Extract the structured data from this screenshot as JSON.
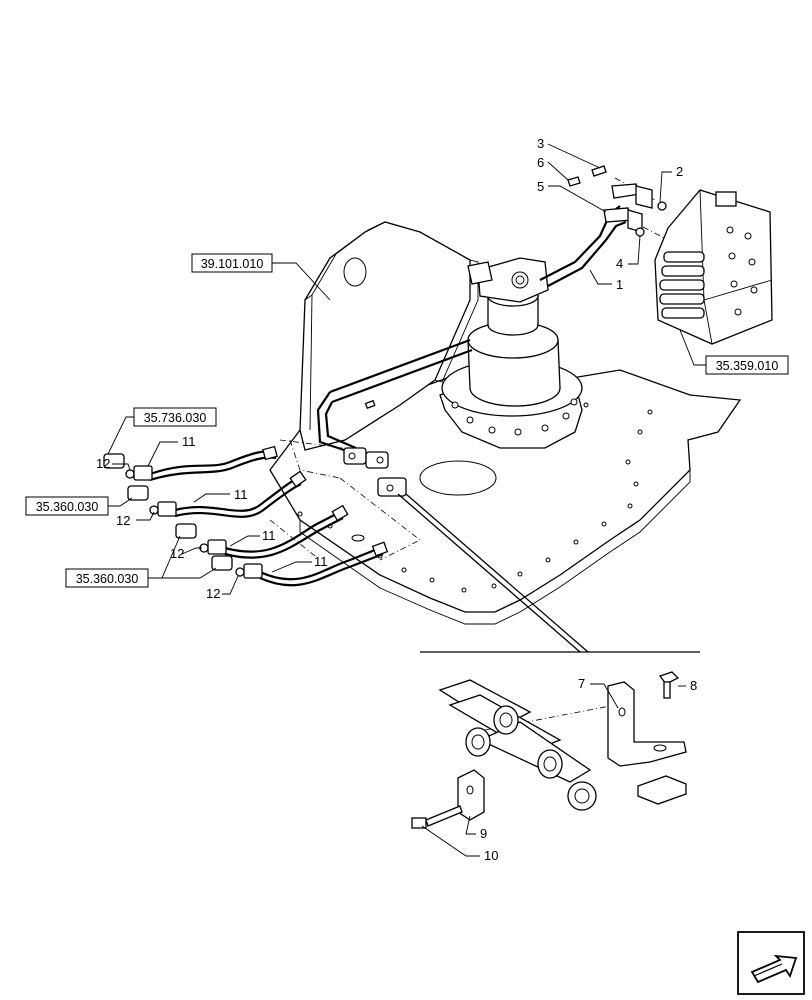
{
  "callouts": [
    {
      "id": "c3",
      "text": "3"
    },
    {
      "id": "c6",
      "text": "6"
    },
    {
      "id": "c5",
      "text": "5"
    },
    {
      "id": "c2",
      "text": "2"
    },
    {
      "id": "c4",
      "text": "4"
    },
    {
      "id": "c1",
      "text": "1"
    },
    {
      "id": "c11a",
      "text": "11"
    },
    {
      "id": "c12a",
      "text": "12"
    },
    {
      "id": "c11b",
      "text": "11"
    },
    {
      "id": "c12b",
      "text": "12"
    },
    {
      "id": "c12c",
      "text": "12"
    },
    {
      "id": "c11c",
      "text": "11"
    },
    {
      "id": "c11d",
      "text": "11"
    },
    {
      "id": "c12d",
      "text": "12"
    },
    {
      "id": "c7",
      "text": "7"
    },
    {
      "id": "c8",
      "text": "8"
    },
    {
      "id": "c9",
      "text": "9"
    },
    {
      "id": "c10",
      "text": "10"
    }
  ],
  "references": {
    "frame": "39.101.010",
    "valve": "35.359.010",
    "upper_fitting": "35.736.030",
    "mid_fitting": "35.360.030",
    "lower_fitting": "35.360.030"
  },
  "nav_icon": "previous-page-arrow-icon"
}
